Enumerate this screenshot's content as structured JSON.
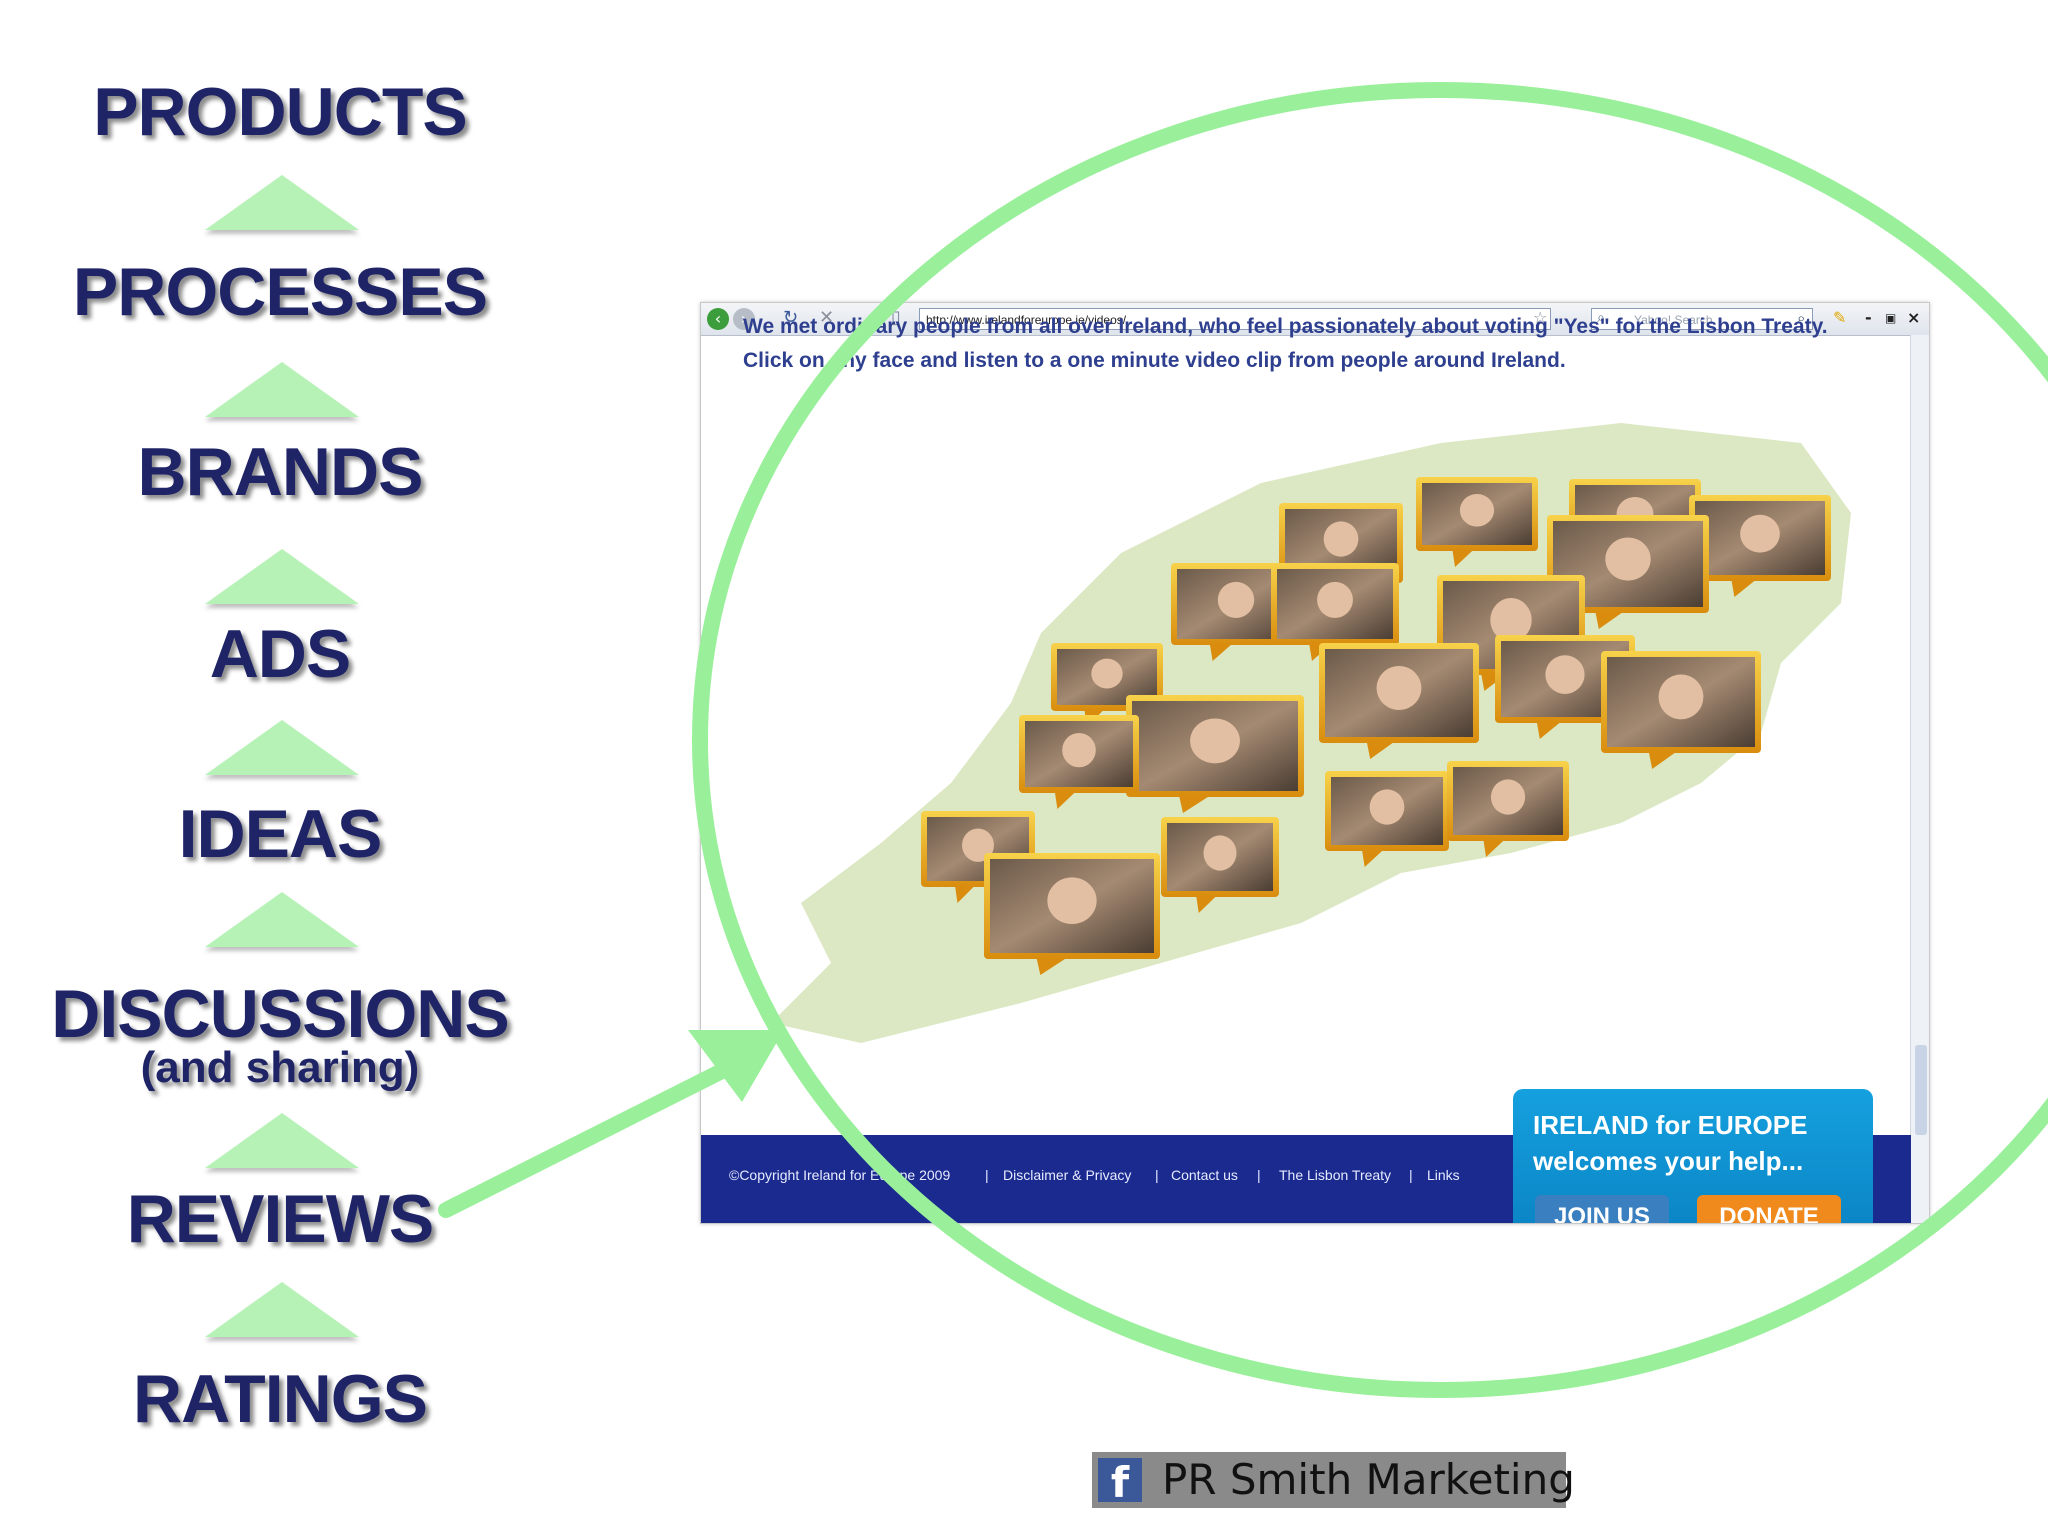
{
  "ladder": {
    "items": [
      {
        "label": "PRODUCTS"
      },
      {
        "label": "PROCESSES"
      },
      {
        "label": "BRANDS"
      },
      {
        "label": "ADS"
      },
      {
        "label": "IDEAS"
      },
      {
        "label": "DISCUSSIONS",
        "sub": "(and sharing)"
      },
      {
        "label": "REVIEWS"
      },
      {
        "label": "RATINGS"
      }
    ],
    "arrow_color": "#b6f2b6",
    "text_color": "#1f2466"
  },
  "browser": {
    "address": "http://www.irelandforeurope.ie/videos/",
    "search_placeholder": "Yahoo! Search",
    "icons": [
      "back-icon",
      "forward-icon",
      "refresh-icon",
      "stop-icon",
      "page-icon",
      "star-icon",
      "search-icon",
      "minimize-icon",
      "maximize-icon",
      "close-icon"
    ]
  },
  "page": {
    "intro_line1": "We met ordinary people from all over Ireland, who feel passionately about voting \"Yes\" for the Lisbon Treaty.",
    "intro_line2": "Click on any face and listen to a one minute video clip from people around Ireland.",
    "footer_links": [
      {
        "label": "©Copyright Ireland for Europe 2009"
      },
      {
        "label": "Disclaimer & Privacy"
      },
      {
        "label": "Contact us"
      },
      {
        "label": "The Lisbon Treaty"
      },
      {
        "label": "Links"
      }
    ],
    "footer_separator": "|",
    "promo": {
      "line1": "IRELAND for EUROPE",
      "line2": "welcomes your help...",
      "join": "JOIN US",
      "donate": "DONATE"
    }
  },
  "facebook": {
    "icon_letter": "f",
    "label": "PR Smith  Marketing"
  },
  "colors": {
    "circle": "#9af09a",
    "footer": "#1b2a8f",
    "promo": "#15a0df",
    "donate": "#f08a1c",
    "map_land": "#d6e4b8",
    "photo_frame": "#e8a418"
  }
}
